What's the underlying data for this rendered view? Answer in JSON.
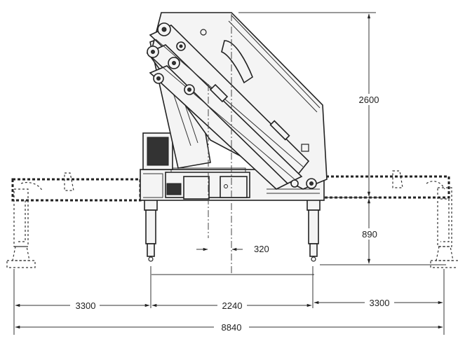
{
  "dimensions": {
    "crane_height": "2600",
    "leg_height": "890",
    "center_offset": "320",
    "outrigger_left": "3300",
    "inner_span": "2240",
    "outrigger_right": "3300",
    "total_span": "8840"
  }
}
